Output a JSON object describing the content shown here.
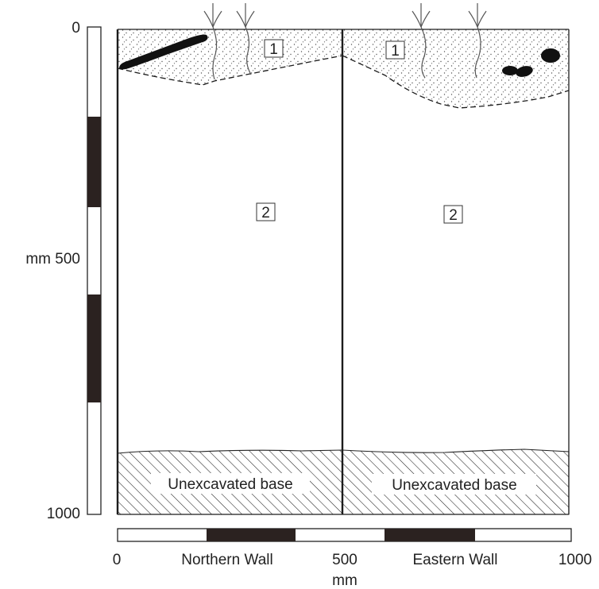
{
  "vertical_scale": {
    "top_label": "0",
    "mid_label": "mm 500",
    "bottom_label": "1000"
  },
  "horizontal_scale": {
    "left_label": "0",
    "mid_label": "500",
    "right_label": "1000",
    "unit_label": "mm"
  },
  "walls": {
    "northern": {
      "name": "Northern Wall",
      "layer_1": "1",
      "layer_2": "2",
      "base": "Unexcavated base"
    },
    "eastern": {
      "name": "Eastern Wall",
      "layer_1": "1",
      "layer_2": "2",
      "base": "Unexcavated base"
    }
  },
  "colors": {
    "ink": "#1c1c1c",
    "stipple": "#555555",
    "scale_dark": "#2b2220"
  }
}
